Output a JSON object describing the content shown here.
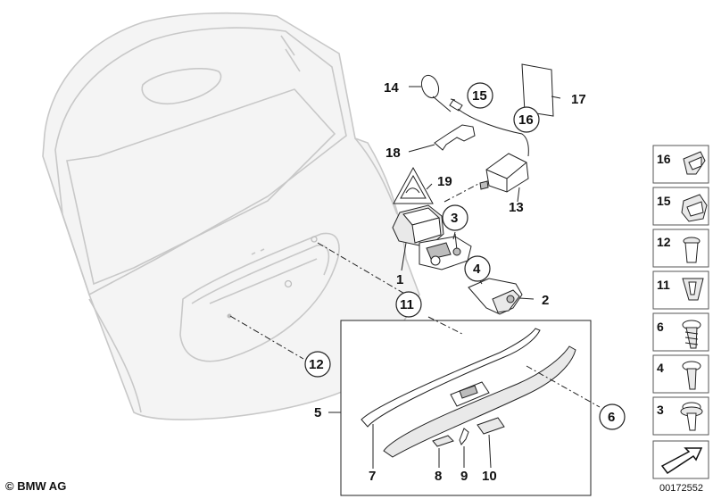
{
  "labels": {
    "p1": "1",
    "p2": "2",
    "p3": "3",
    "p4": "4",
    "p5": "5",
    "p6": "6",
    "p7": "7",
    "p8": "8",
    "p9": "9",
    "p10": "10",
    "p11": "11",
    "p12": "12",
    "p13": "13",
    "p14": "14",
    "p15": "15",
    "p16": "16",
    "p17": "17",
    "p18": "18",
    "p19": "19"
  },
  "sidebar": {
    "items": [
      {
        "number": "16"
      },
      {
        "number": "15"
      },
      {
        "number": "12"
      },
      {
        "number": "11"
      },
      {
        "number": "6"
      },
      {
        "number": "4"
      },
      {
        "number": "3"
      }
    ]
  },
  "footer": {
    "copyright": "© BMW AG",
    "document_number": "00172552"
  },
  "colors": {
    "line": "#222222",
    "ghost_outline": "#c8c8c8",
    "background": "#ffffff"
  },
  "icons": [
    "warning-triangle-icon",
    "direction-arrow-icon",
    "copyright-symbol"
  ]
}
